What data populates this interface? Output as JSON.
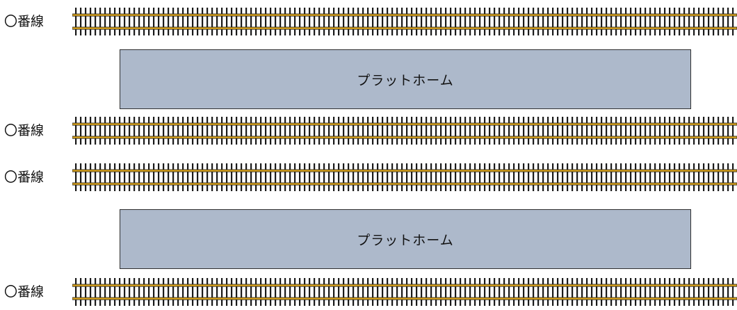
{
  "colors": {
    "rail": "#d9a21b",
    "sleeper": "#1a1a1a",
    "platform_fill": "#adb9cb"
  },
  "tracks": [
    {
      "label": "〇番線"
    },
    {
      "label": "〇番線"
    },
    {
      "label": "〇番線"
    },
    {
      "label": "〇番線"
    }
  ],
  "platforms": [
    {
      "label": "プラットホーム"
    },
    {
      "label": "プラットホーム"
    }
  ]
}
